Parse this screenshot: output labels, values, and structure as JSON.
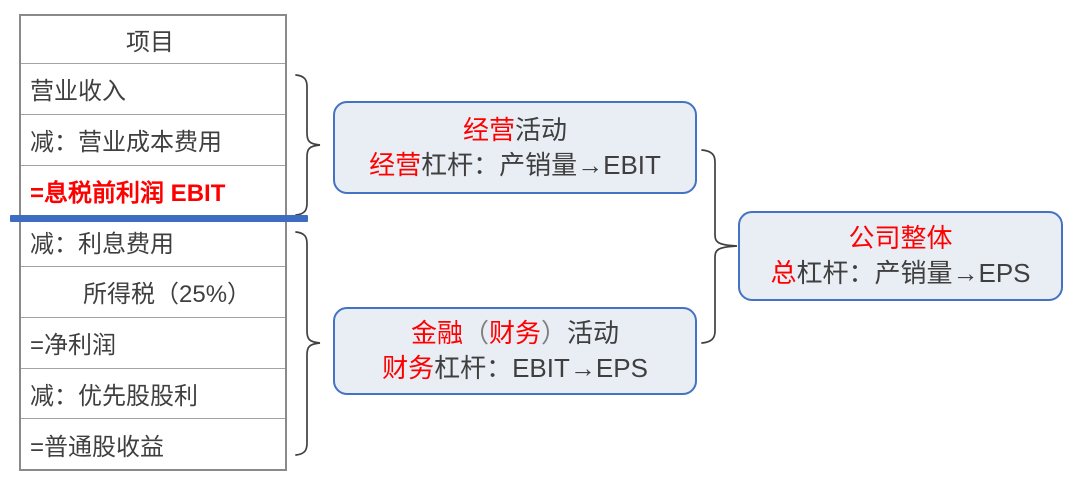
{
  "colors": {
    "red_text": "#ff0000",
    "dark_text": "#3f3f3f",
    "paren_gray": "#7f7f7f",
    "box_border_blue": "#4472c4",
    "box_fill": "#e9eef4",
    "divider_blue": "#3e6cc0",
    "table_grid_gray": "#a3a3a3",
    "brace_gray": "#404040"
  },
  "table": {
    "header": "项目",
    "rows": [
      {
        "text": "营业收入"
      },
      {
        "text": "减：营业成本费用"
      },
      {
        "text": "=息税前利润 EBIT"
      },
      {
        "text": "减：利息费用"
      },
      {
        "text": "所得税（25%）"
      },
      {
        "text": "=净利润"
      },
      {
        "text": "减：优先股股利"
      },
      {
        "text": "=普通股收益"
      }
    ]
  },
  "boxes": [
    {
      "id": "operating",
      "lines": [
        {
          "segments": [
            {
              "text": "经营",
              "color": "red"
            },
            {
              "text": "活动",
              "color": "dark"
            }
          ]
        },
        {
          "segments": [
            {
              "text": "经营",
              "color": "red"
            },
            {
              "text": "杠杆：产销量→EBIT",
              "color": "dark"
            }
          ]
        }
      ]
    },
    {
      "id": "financial",
      "lines": [
        {
          "segments": [
            {
              "text": "金融",
              "color": "red"
            },
            {
              "text": "（",
              "color": "gray"
            },
            {
              "text": "财务",
              "color": "red"
            },
            {
              "text": "）",
              "color": "gray"
            },
            {
              "text": "活动",
              "color": "dark"
            }
          ]
        },
        {
          "segments": [
            {
              "text": "财务",
              "color": "red"
            },
            {
              "text": "杠杆：EBIT→EPS",
              "color": "dark"
            }
          ]
        }
      ]
    },
    {
      "id": "overall",
      "lines": [
        {
          "segments": [
            {
              "text": "公司整体",
              "color": "red"
            }
          ]
        },
        {
          "segments": [
            {
              "text": "总",
              "color": "red"
            },
            {
              "text": "杠杆：产销量→EPS",
              "color": "dark"
            }
          ]
        }
      ]
    }
  ]
}
